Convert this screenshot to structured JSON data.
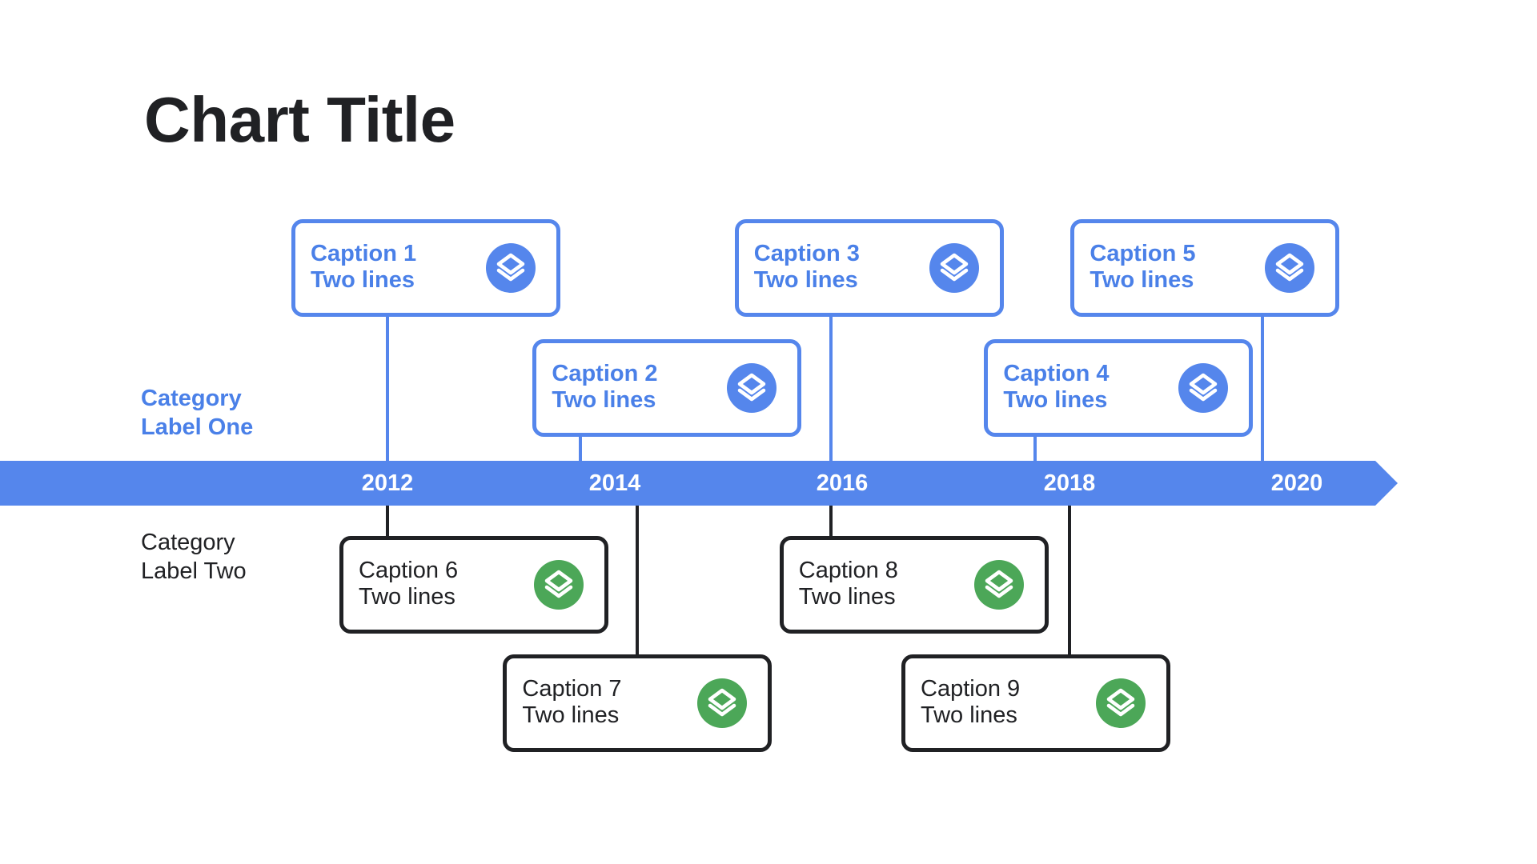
{
  "title": "Chart Title",
  "colors": {
    "axis": "#5586ec",
    "category_one_text": "#4a80e8",
    "category_two_border": "#202124",
    "category_one_icon": "#5586ec",
    "category_two_icon": "#4ca758"
  },
  "categories": [
    {
      "label": "Category\nLabel One",
      "style": "blue"
    },
    {
      "label": "Category\nLabel Two",
      "style": "dark"
    }
  ],
  "axis": {
    "years": [
      "2012",
      "2014",
      "2016",
      "2018",
      "2020"
    ]
  },
  "events": [
    {
      "line1": "Caption 1",
      "line2": "Two lines",
      "category": 0,
      "year": 2012,
      "icon": "layers-icon"
    },
    {
      "line1": "Caption 2",
      "line2": "Two lines",
      "category": 0,
      "year": 2013.7,
      "icon": "layers-icon"
    },
    {
      "line1": "Caption 3",
      "line2": "Two lines",
      "category": 0,
      "year": 2015.9,
      "icon": "layers-icon"
    },
    {
      "line1": "Caption 4",
      "line2": "Two lines",
      "category": 0,
      "year": 2017.7,
      "icon": "layers-icon"
    },
    {
      "line1": "Caption 5",
      "line2": "Two lines",
      "category": 0,
      "year": 2019.7,
      "icon": "layers-icon"
    },
    {
      "line1": "Caption 6",
      "line2": "Two lines",
      "category": 1,
      "year": 2012,
      "icon": "layers-icon"
    },
    {
      "line1": "Caption 7",
      "line2": "Two lines",
      "category": 1,
      "year": 2014.2,
      "icon": "layers-icon"
    },
    {
      "line1": "Caption 8",
      "line2": "Two lines",
      "category": 1,
      "year": 2015.9,
      "icon": "layers-icon"
    },
    {
      "line1": "Caption 9",
      "line2": "Two lines",
      "category": 1,
      "year": 2018,
      "icon": "layers-icon"
    }
  ]
}
